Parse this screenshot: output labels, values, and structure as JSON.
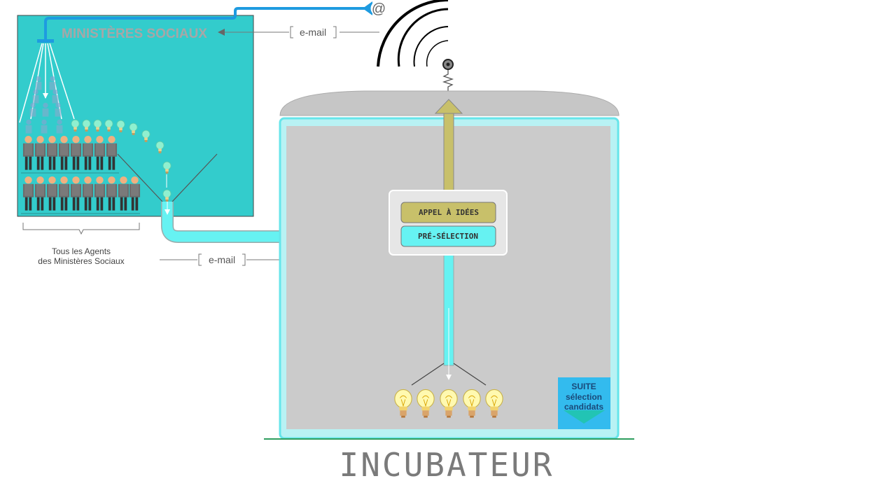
{
  "ministeres": {
    "title": "MINISTÈRES SOCIAUX"
  },
  "agents_caption": {
    "line1": "Tous les Agents",
    "line2": "des Ministères Sociaux"
  },
  "email_top": "e-mail",
  "email_bottom": "e-mail",
  "at_symbol": "@",
  "box_appel": "APPEL À IDÉES",
  "box_preselection": "PRÉ-SÉLECTION",
  "suite": {
    "line1": "SUITE",
    "line2": "sélection",
    "line3": "candidats"
  },
  "incubateur": "INCUBATEUR",
  "colors": {
    "teal_panel": "#33cccc",
    "cyan_pipe": "#66f2f2",
    "blue_cable": "#1e9be0",
    "olive": "#c8c06a",
    "tank_grey": "#cccccc",
    "suite_blue": "#33bbee",
    "ground_green": "#2e9e5e"
  },
  "icons": [
    "at-icon",
    "antenna-icon",
    "lightbulb-icon",
    "person-icon",
    "arrow-icon"
  ]
}
